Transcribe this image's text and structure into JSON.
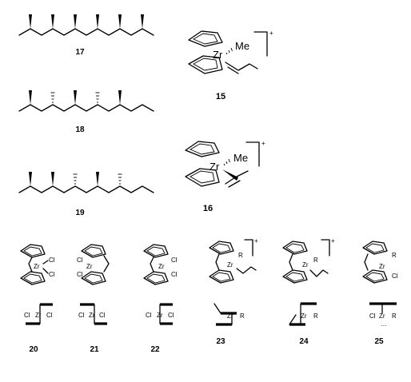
{
  "compounds": [
    {
      "label": "17"
    },
    {
      "label": "18"
    },
    {
      "label": "19"
    },
    {
      "label": "15"
    },
    {
      "label": "16"
    },
    {
      "label": "20"
    },
    {
      "label": "21"
    },
    {
      "label": "22"
    },
    {
      "label": "23"
    },
    {
      "label": "24"
    },
    {
      "label": "25"
    }
  ],
  "atoms": {
    "zr": "Zr",
    "me": "Me",
    "cl": "Cl",
    "r": "R",
    "plus": "+",
    "dots": "···"
  }
}
